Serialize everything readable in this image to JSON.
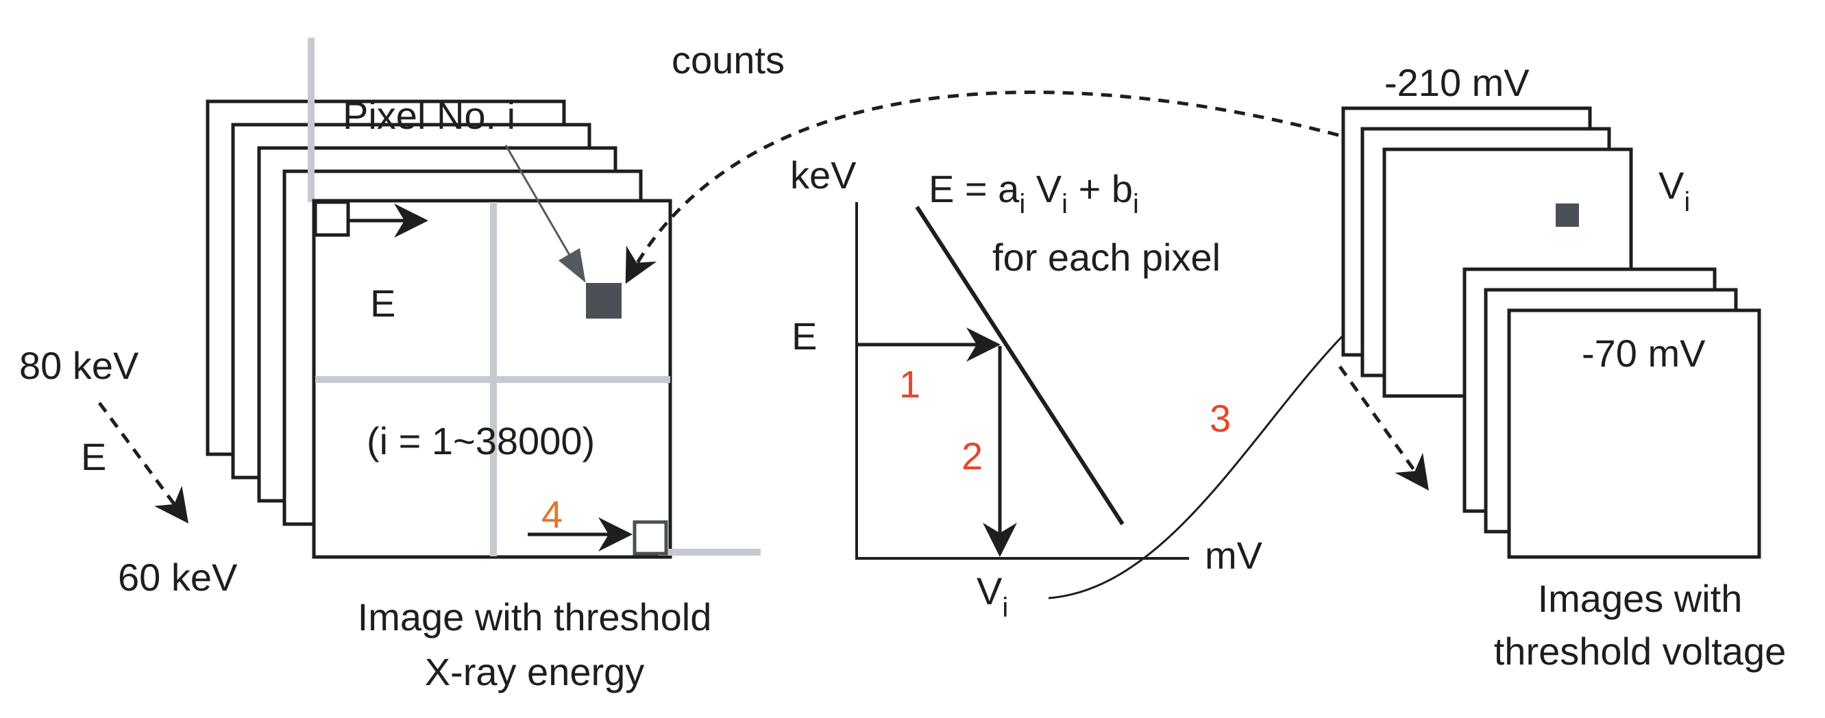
{
  "colors": {
    "ink": "#1e1e1e",
    "grid": "#c7c9d1",
    "pixel": "#4a5056",
    "step_red": "#e8452c",
    "step_orange": "#e8742c"
  },
  "left": {
    "energy_top": "80 keV",
    "energy_mid": "E",
    "energy_bottom": "60 keV",
    "frame_E": "E",
    "pixel_label": "Pixel No. i",
    "pixel_range": "(i = 1~38000)",
    "caption_line1": "Image with threshold",
    "caption_line2": "X-ray energy"
  },
  "counts_label": "counts",
  "graph": {
    "y_axis_label": "keV",
    "x_axis_label": "mV",
    "eq_E": "E = a",
    "eq_sub_a": "i",
    "eq_V": " V",
    "eq_sub_V": "i",
    "eq_plus": " + b",
    "eq_sub_b": "i",
    "for_each": "for each pixel",
    "E_marker": "E",
    "Vi_main": "V",
    "Vi_sub": "i"
  },
  "steps": {
    "s1": "1",
    "s2": "2",
    "s3": "3",
    "s4": "4"
  },
  "right": {
    "volt_top": "-210 mV",
    "volt_bottom": "-70 mV",
    "Vi_main": "V",
    "Vi_sub": "i",
    "caption_line1": "Images with",
    "caption_line2": "threshold voltage"
  }
}
